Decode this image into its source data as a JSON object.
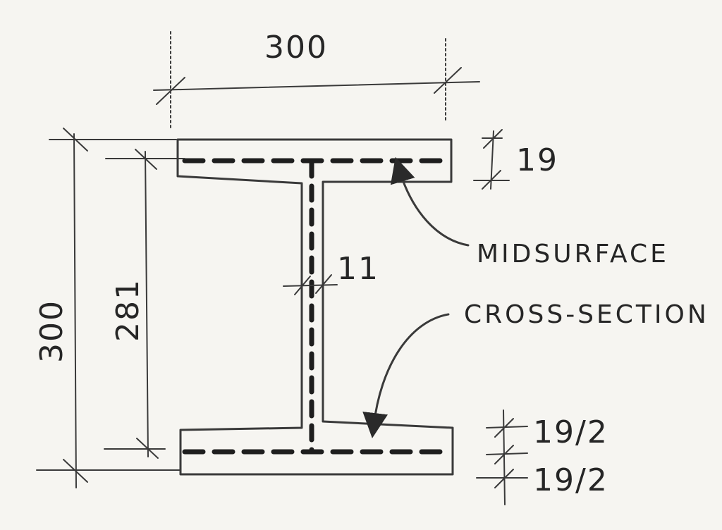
{
  "diagram": {
    "dimensions": {
      "flange_width": "300",
      "total_height": "300",
      "web_height": "281",
      "flange_thickness": "19",
      "web_thickness": "11",
      "half_flange_upper": "19/2",
      "half_flange_lower": "19/2"
    },
    "annotations": {
      "midsurface": "MIDSURFACE",
      "cross_section": "CROSS-SECTION"
    }
  }
}
